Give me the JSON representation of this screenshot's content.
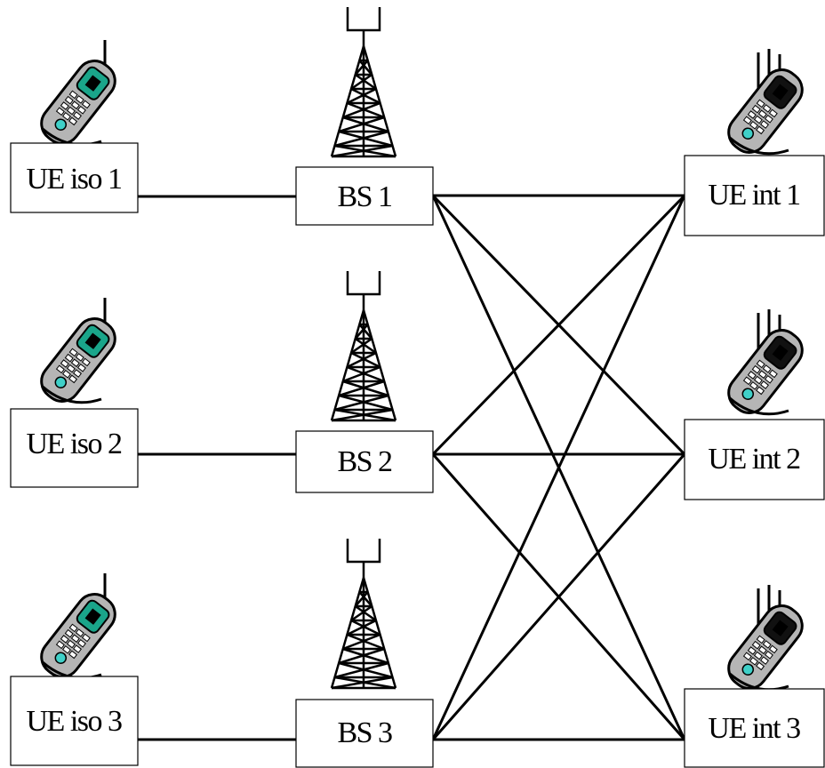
{
  "nodes": {
    "ue_iso": [
      "UE iso 1",
      "UE iso 2",
      "UE iso 3"
    ],
    "bs": [
      "BS 1",
      "BS 2",
      "BS 3"
    ],
    "ue_int": [
      "UE int 1",
      "UE int 2",
      "UE int 3"
    ]
  },
  "icons": {
    "base_station": "radio-tower-icon",
    "ue": "mobile-phone-icon"
  },
  "colors": {
    "line": "#000000",
    "phone_body": "#b5b5b5",
    "phone_screen_iso": "#1aa58a",
    "phone_screen_int": "#111111",
    "phone_accent": "#3fd0c8"
  }
}
